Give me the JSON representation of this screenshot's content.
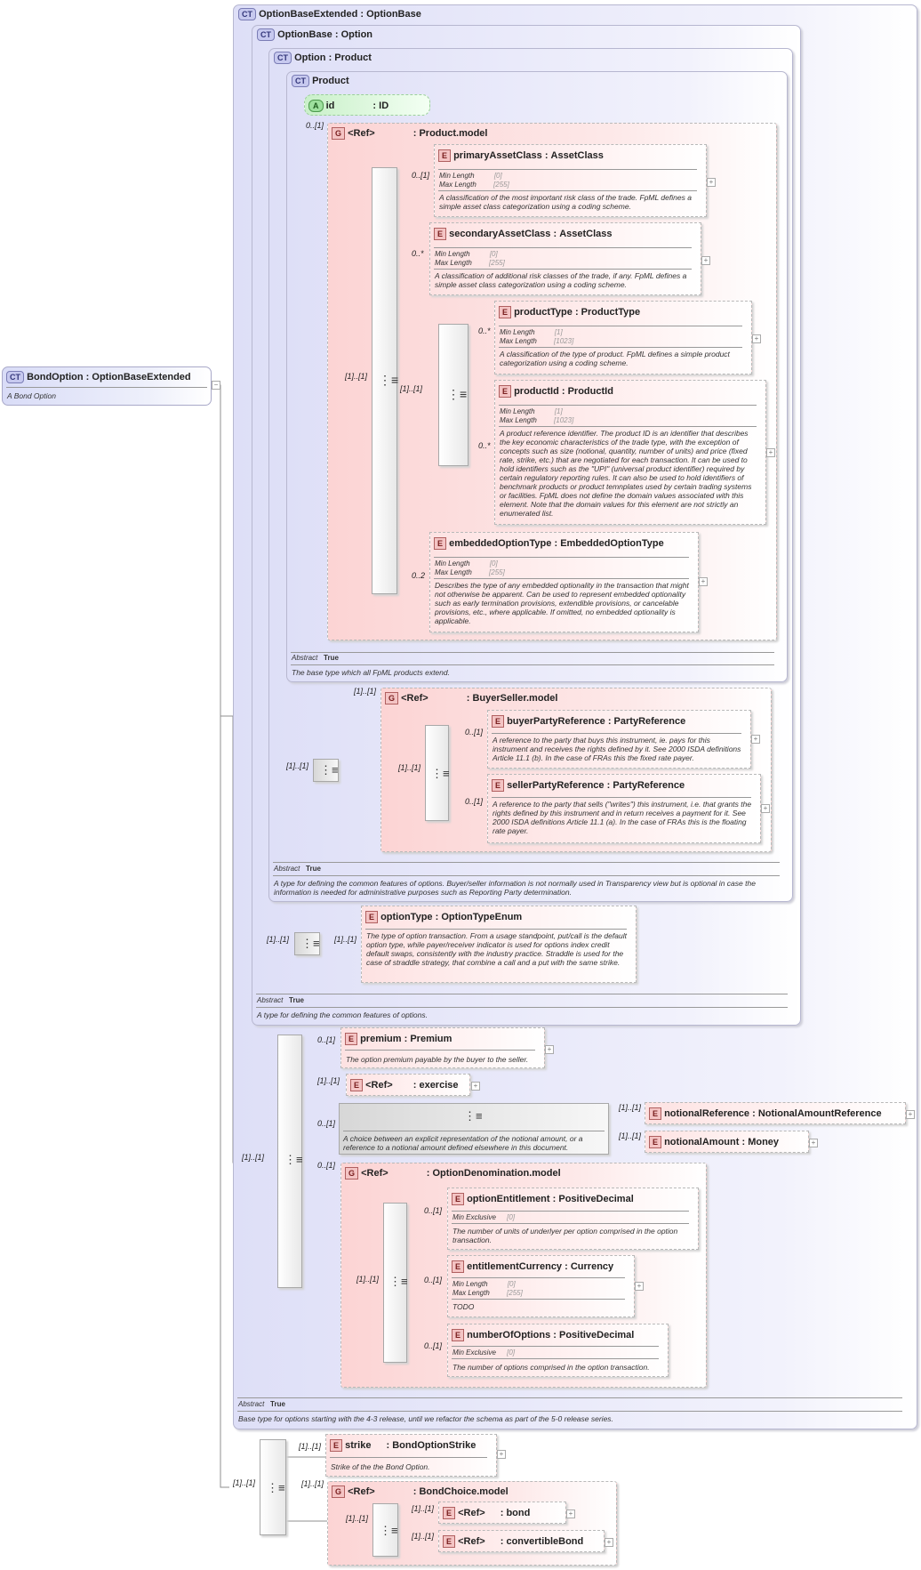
{
  "root": {
    "name": "BondOption",
    "type": "OptionBaseExtended",
    "desc": "A Bond Option"
  },
  "ct_badge": "CT",
  "ext": {
    "name": "OptionBaseExtended",
    "type": "OptionBase",
    "abstract_label": "Abstract",
    "abstract_value": "True",
    "desc": "Base type for options starting with the 4-3 release, until we refactor the schema as part of the 5-0 release series."
  },
  "ob": {
    "name": "OptionBase",
    "type": "Option",
    "abstract_label": "Abstract",
    "abstract_value": "True",
    "desc": "A type for defining the common features of options."
  },
  "opt": {
    "name": "Option",
    "type": "Product",
    "abstract_label": "Abstract",
    "abstract_value": "True",
    "desc": "A type for defining the common features of options. Buyer/seller information is not normally used in Transparency view but is optional in case the information is needed for administrative purposes such as Reporting Party determination."
  },
  "prod": {
    "name": "Product",
    "abstract_label": "Abstract",
    "abstract_value": "True",
    "desc": "The base type which all FpML products extend."
  },
  "id_attr": {
    "badge": "A",
    "name": "id",
    "type": "ID"
  },
  "badges": {
    "E": "E",
    "G": "G",
    "ref": "<Ref>"
  },
  "prodmodel": {
    "card": "0..[1]",
    "type": "Product.model",
    "seq_card": "[1]..[1]"
  },
  "pac": {
    "card": "0..[1]",
    "name": "primaryAssetClass",
    "type": "AssetClass",
    "f1": "Min Length",
    "v1": "[0]",
    "f2": "Max Length",
    "v2": "[255]",
    "desc": "A classification of the most important risk class of the trade. FpML defines a simple asset class categorization using a coding scheme."
  },
  "sac": {
    "card": "0..*",
    "name": "secondaryAssetClass",
    "type": "AssetClass",
    "f1": "Min Length",
    "v1": "[0]",
    "f2": "Max Length",
    "v2": "[255]",
    "desc": "A classification of additional risk classes of the trade, if any. FpML defines a simple asset class categorization using a coding scheme."
  },
  "innerseq_card": "[1]..[1]",
  "pt": {
    "card": "0..*",
    "name": "productType",
    "type": "ProductType",
    "f1": "Min Length",
    "v1": "[1]",
    "f2": "Max Length",
    "v2": "[1023]",
    "desc": "A classification of the type of product. FpML defines a simple product categorization using a coding scheme."
  },
  "pid": {
    "card": "0..*",
    "name": "productId",
    "type": "ProductId",
    "f1": "Min Length",
    "v1": "[1]",
    "f2": "Max Length",
    "v2": "[1023]",
    "desc": "A product reference identifier. The product ID is an identifier that describes the key economic characteristics of the trade type, with the exception of concepts such as size (notional, quantity, number of units) and price (fixed rate, strike, etc.) that are negotiated for each transaction. It can be used to hold identifiers such as the \"UPI\" (universal product identifier) required by certain regulatory reporting rules. It can also be used to hold identifiers of benchmark products or product temnplates used by certain trading systems or facilities. FpML does not define the domain values associated with this element. Note that the domain values for this element are not strictly an enumerated list."
  },
  "eot": {
    "card": "0..2",
    "name": "embeddedOptionType",
    "type": "EmbeddedOptionType",
    "f1": "Min Length",
    "v1": "[0]",
    "f2": "Max Length",
    "v2": "[255]",
    "desc": "Describes the type of any embedded optionality in the transaction that might not otherwise be apparent. Can be used to represent embedded optionality such as early termination provisions, extendible provisions, or cancelable provisions, etc., where applicable. If omitted, no embedded optionality is applicable."
  },
  "bsmodel": {
    "card": "[1]..[1]",
    "type": "BuyerSeller.model",
    "seq_card": "[1]..[1]",
    "outer_card": "[1]..[1]"
  },
  "bpr": {
    "card": "0..[1]",
    "name": "buyerPartyReference",
    "type": "PartyReference",
    "desc": "A reference to the party that buys this instrument, ie. pays for this instrument and receives the rights defined by it. See 2000 ISDA definitions Article 11.1 (b). In the case of FRAs this the fixed rate payer."
  },
  "spr": {
    "card": "0..[1]",
    "name": "sellerPartyReference",
    "type": "PartyReference",
    "desc": "A reference to the party that sells (\"writes\") this instrument, i.e. that grants the rights defined by this instrument and in return receives a payment for it. See 2000 ISDA definitions Article 11.1 (a). In the case of FRAs this is the floating rate payer."
  },
  "otype": {
    "card": "[1]..[1]",
    "outer_card": "[1]..[1]",
    "name": "optionType",
    "type": "OptionTypeEnum",
    "desc": "The type of option transaction. From a usage standpoint, put/call is the default option type, while payer/receiver indicator is used for options index credit default swaps, consistently with the industry practice. Straddle is used for the case of straddle strategy, that combine a call and a put with the same strike."
  },
  "extseq_card": "[1]..[1]",
  "premium": {
    "card": "0..[1]",
    "name": "premium",
    "type": "Premium",
    "desc": "The option premium payable by the buyer to the seller."
  },
  "exercise": {
    "card": "[1]..[1]",
    "type": "exercise"
  },
  "notional_choice": {
    "card": "0..[1]",
    "desc": "A choice between an explicit representation of the notional amount, or a reference to a notional amount defined elsewhere in this document."
  },
  "nref": {
    "card": "[1]..[1]",
    "name": "notionalReference",
    "type": "NotionalAmountReference"
  },
  "namt": {
    "card": "[1]..[1]",
    "name": "notionalAmount",
    "type": "Money"
  },
  "odm": {
    "card": "0..[1]",
    "type": "OptionDenomination.model",
    "seq_card": "[1]..[1]"
  },
  "oe": {
    "card": "0..[1]",
    "name": "optionEntitlement",
    "type": "PositiveDecimal",
    "f1": "Min Exclusive",
    "v1": "[0]",
    "desc": "The number of units of underlyer per option comprised in the option transaction."
  },
  "ec": {
    "card": "0..[1]",
    "name": "entitlementCurrency",
    "type": "Currency",
    "f1": "Min Length",
    "v1": "[0]",
    "f2": "Max Length",
    "v2": "[255]",
    "desc": "TODO"
  },
  "noo": {
    "card": "0..[1]",
    "name": "numberOfOptions",
    "type": "PositiveDecimal",
    "f1": "Min Exclusive",
    "v1": "[0]",
    "desc": "The number of options comprised in the option transaction."
  },
  "rootseq_card": "[1]..[1]",
  "strike": {
    "card": "[1]..[1]",
    "name": "strike",
    "type": "BondOptionStrike",
    "desc": "Strike of the the Bond Option."
  },
  "bcm": {
    "card": "[1]..[1]",
    "type": "BondChoice.model",
    "choice_card": "[1]..[1]"
  },
  "bond": {
    "card": "[1]..[1]",
    "type": "bond"
  },
  "cbond": {
    "card": "[1]..[1]",
    "type": "convertibleBond"
  },
  "colon": ":"
}
